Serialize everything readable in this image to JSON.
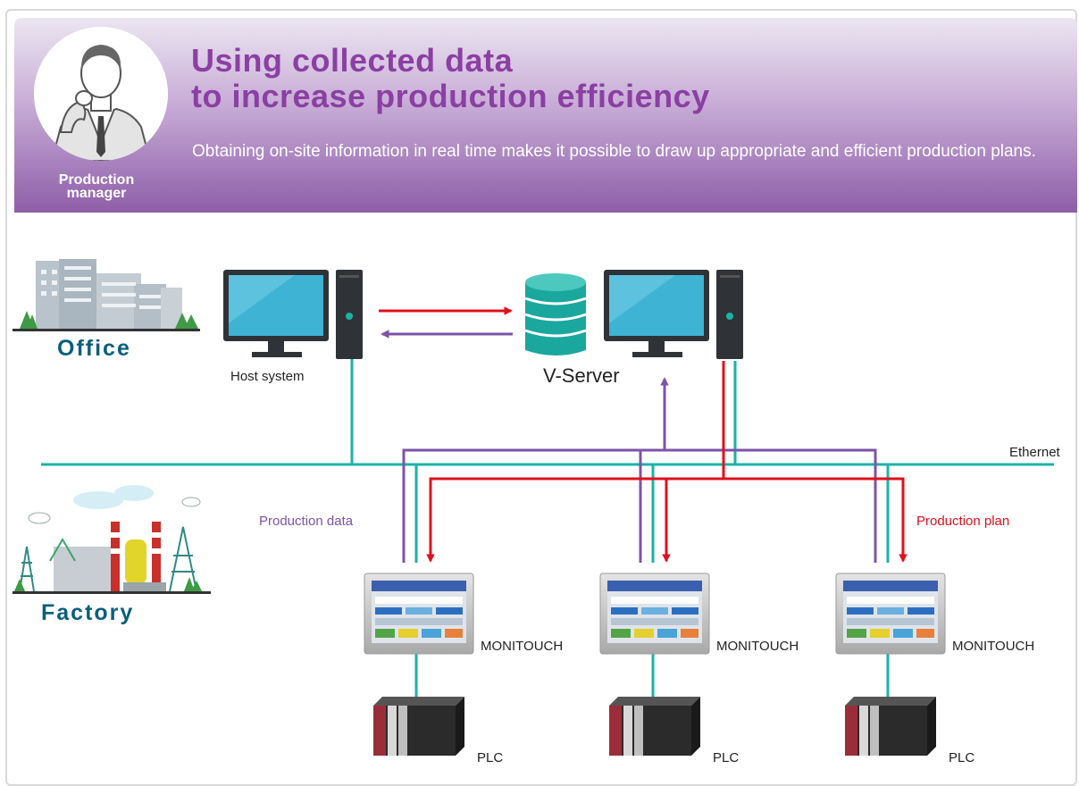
{
  "banner": {
    "title": "Using collected data\nto increase production efficiency",
    "subtitle": "Obtaining on-site information in real time makes it possible to draw up appropriate and efficient production plans.",
    "role_label": "Production manager",
    "colors": {
      "title": "#8b3fa3",
      "banner_dark": "#8e5ea8",
      "banner_light": "#ece6f1"
    }
  },
  "diagram": {
    "areas": {
      "office": "Office",
      "factory": "Factory"
    },
    "host_system": "Host system",
    "v_server": "V-Server",
    "network": "Ethernet",
    "flows": {
      "production_data": "Production data",
      "production_plan": "Production plan"
    },
    "devices": [
      {
        "hmi": "MONITOUCH",
        "plc": "PLC"
      },
      {
        "hmi": "MONITOUCH",
        "plc": "PLC"
      },
      {
        "hmi": "MONITOUCH",
        "plc": "PLC"
      }
    ],
    "colors": {
      "ethernet": "#1ab3a6",
      "production_data": "#7d53a8",
      "production_plan": "#e0101c",
      "area_text": "#0a5f7a"
    }
  }
}
